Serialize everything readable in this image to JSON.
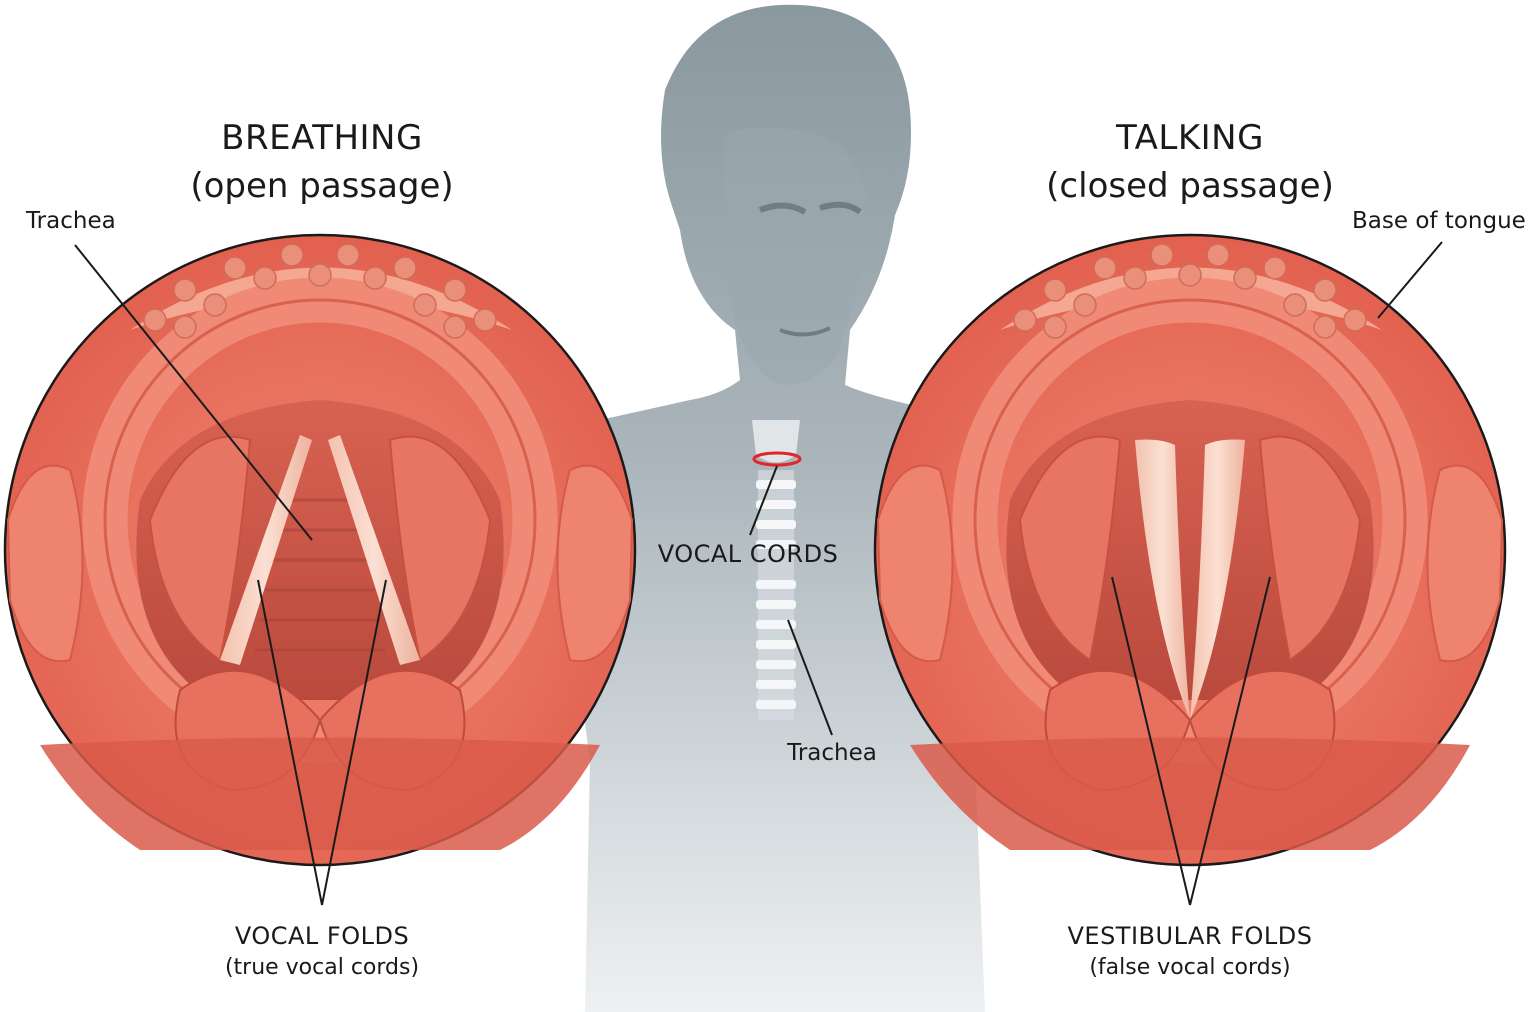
{
  "left_panel": {
    "title": "BREATHING",
    "subtitle": "(open passage)",
    "trachea_label": "Trachea",
    "folds_label": "VOCAL FOLDS",
    "folds_sublabel": "(true vocal cords)"
  },
  "right_panel": {
    "title": "TALKING",
    "subtitle": "(closed passage)",
    "tongue_label": "Base of tongue",
    "folds_label": "VESTIBULAR FOLDS",
    "folds_sublabel": "(false vocal cords)"
  },
  "center": {
    "vocal_cords_label": "VOCAL CORDS",
    "trachea_label": "Trachea"
  },
  "colors": {
    "tissue": "#e8705f",
    "tissue_dark": "#c9503f",
    "tissue_light": "#f6a893",
    "silhouette": "#7d8c94",
    "silhouette_light": "#c3ccd2",
    "highlight_ring": "#e0262a"
  }
}
